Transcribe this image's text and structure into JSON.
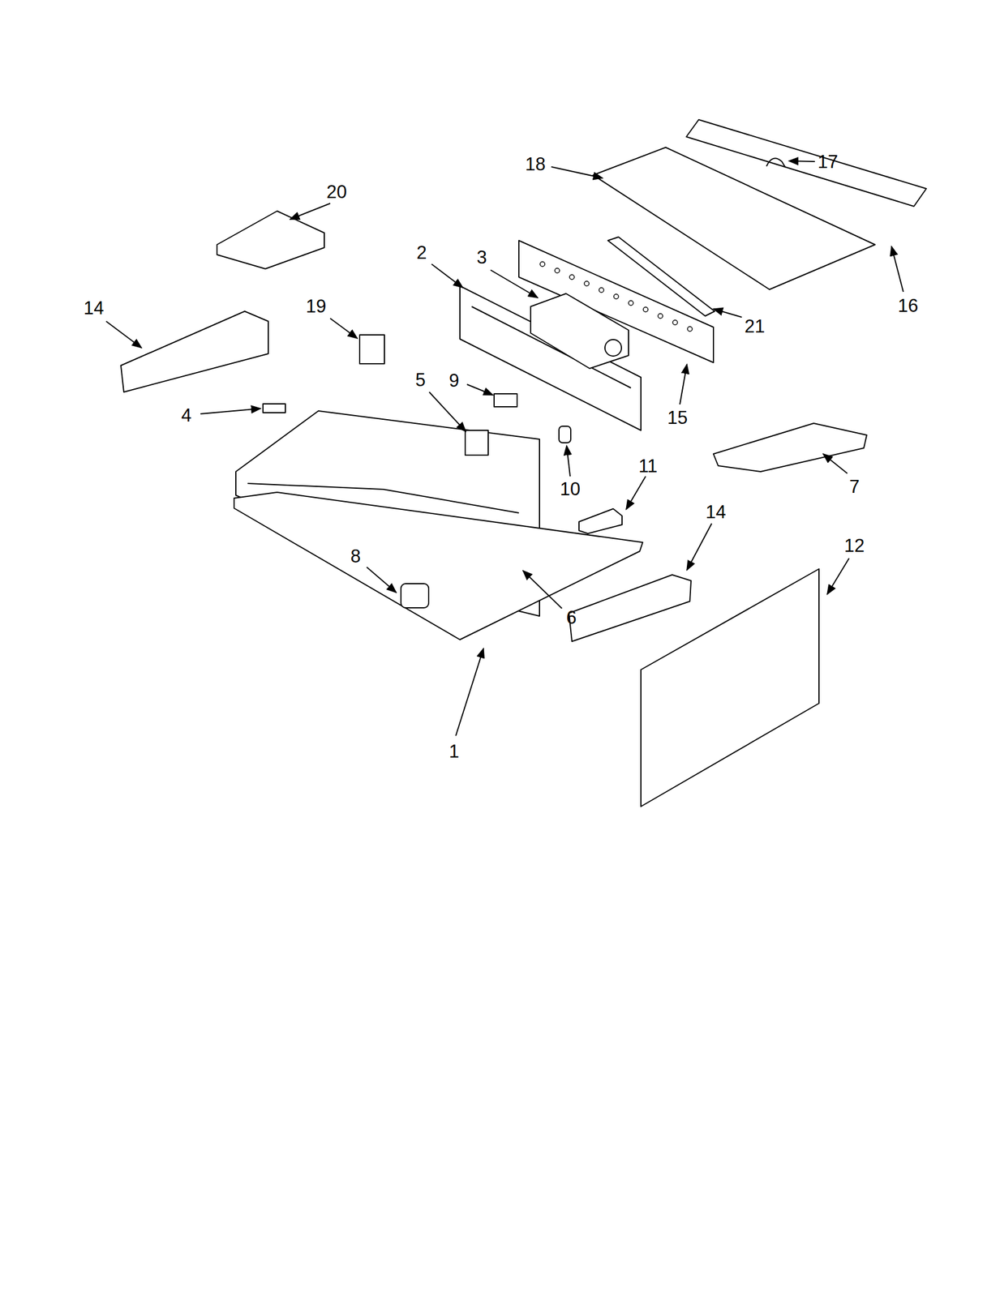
{
  "diagram": {
    "labels": [
      "17",
      "18",
      "20",
      "16",
      "2",
      "3",
      "14",
      "19",
      "21",
      "15",
      "5",
      "9",
      "4",
      "10",
      "11",
      "7",
      "14",
      "12",
      "8",
      "6",
      "1"
    ]
  }
}
